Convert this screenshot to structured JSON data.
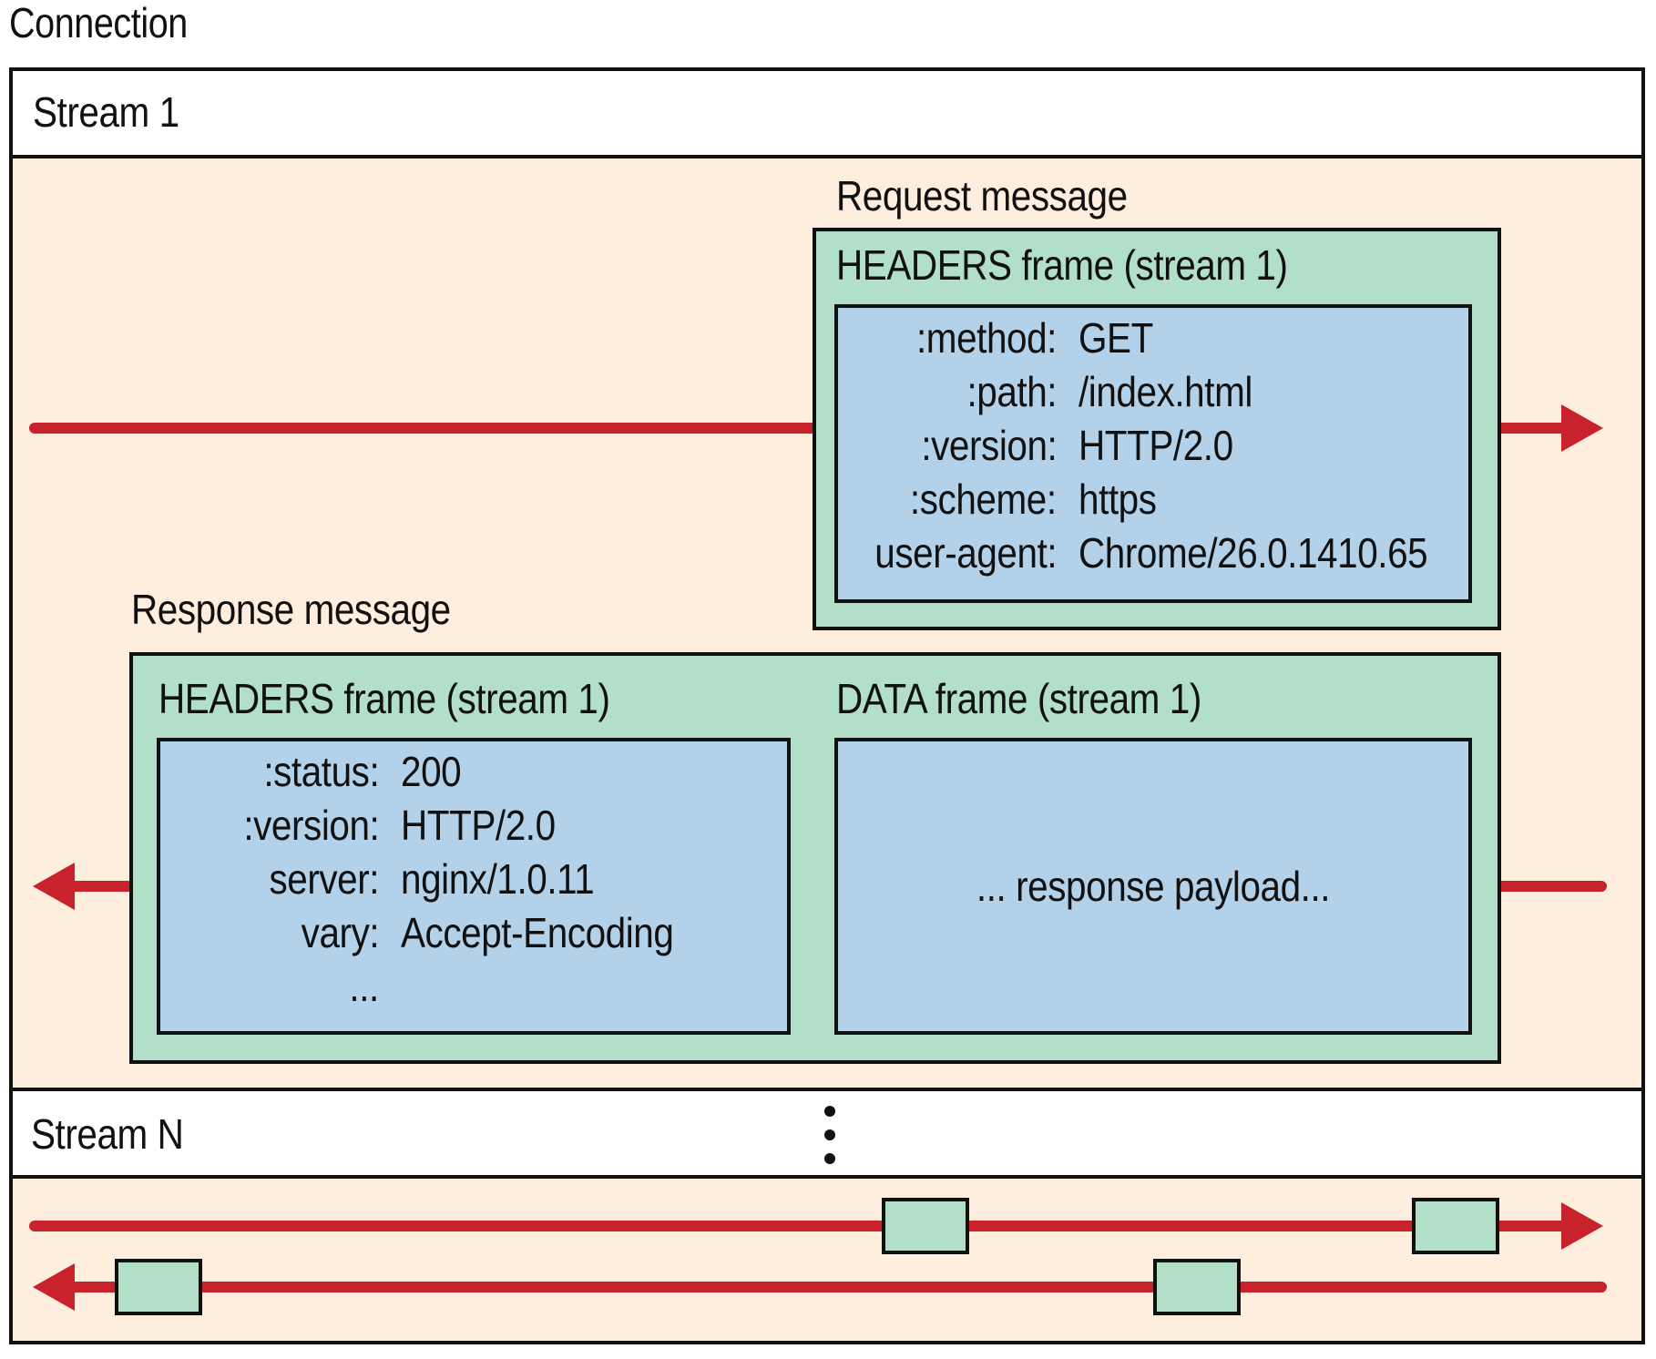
{
  "connection_label": "Connection",
  "stream1": {
    "label": "Stream 1",
    "request": {
      "label": "Request message",
      "headers_title": "HEADERS frame (stream 1)",
      "rows": [
        {
          "key": ":method:",
          "value": "GET"
        },
        {
          "key": ":path:",
          "value": "/index.html"
        },
        {
          "key": ":version:",
          "value": "HTTP/2.0"
        },
        {
          "key": ":scheme:",
          "value": "https"
        },
        {
          "key": "user-agent:",
          "value": "Chrome/26.0.1410.65"
        }
      ]
    },
    "response": {
      "label": "Response message",
      "headers_title": "HEADERS frame (stream 1)",
      "rows": [
        {
          "key": ":status:",
          "value": "200"
        },
        {
          "key": ":version:",
          "value": "HTTP/2.0"
        },
        {
          "key": "server:",
          "value": "nginx/1.0.11"
        },
        {
          "key": "vary:",
          "value": "Accept-Encoding"
        },
        {
          "key": "...",
          "value": ""
        }
      ],
      "data_title": "DATA frame (stream 1)",
      "payload": "... response payload..."
    }
  },
  "streamN": {
    "label": "Stream N"
  },
  "colors": {
    "arrow": "#c8232c",
    "stream_bg": "#fdeedd",
    "frame_green": "#b2dfc8",
    "headers_blue": "#b3d2ea",
    "border": "#111111"
  }
}
